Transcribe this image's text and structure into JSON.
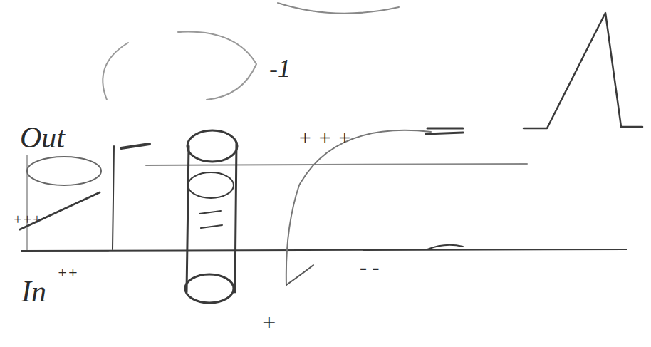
{
  "diagram": {
    "labels": [
      "Out",
      "In",
      "++",
      "+++",
      "-1",
      "+ + +",
      "- -",
      "+"
    ]
  }
}
